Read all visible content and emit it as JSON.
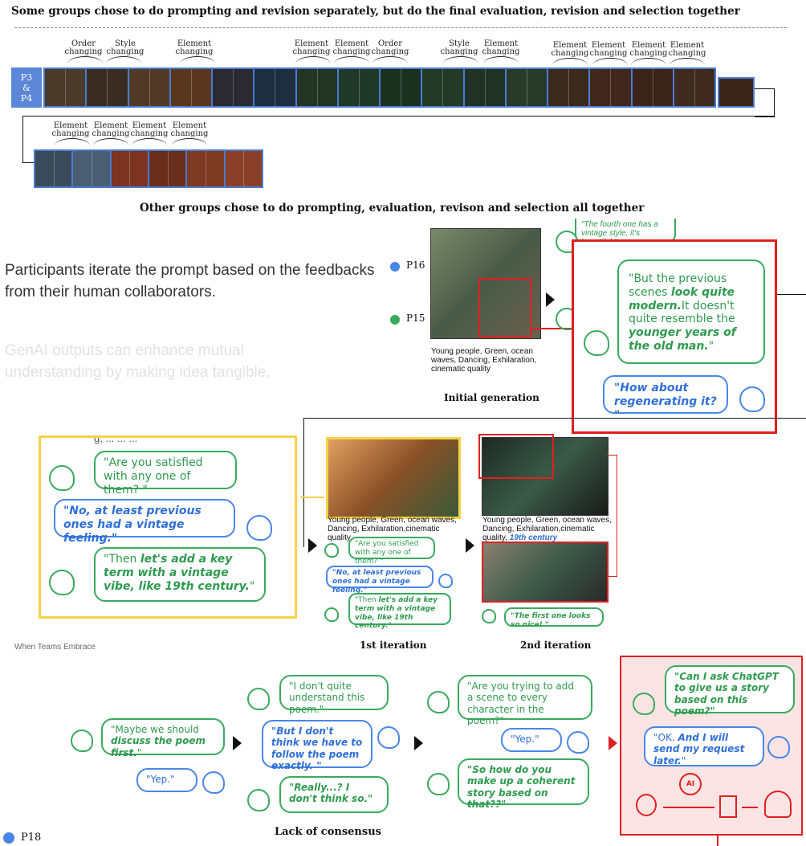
{
  "top": {
    "title": "Some groups chose to do prompting and revision separately, but do the final evaluation, revision and selection together",
    "participants": "P3 & P4",
    "labels_row1": [
      "Order changing",
      "Style changing",
      "Element changing",
      "Element changing",
      "Element changing",
      "Order changing",
      "Style changing",
      "Element changing",
      "Element changing",
      "Element changing",
      "Element changing",
      "Element changing"
    ],
    "labels_row2": [
      "Element changing",
      "Element changing",
      "Element changing",
      "Element changing"
    ]
  },
  "middle": {
    "title": "Other groups chose to do prompting, evaluation, revison and selection all together",
    "point1": "Participants iterate the prompt based on the feedbacks from their human collaborators.",
    "point2": "GenAI outputs can enhance mutual understanding by making idea tangible.",
    "p16": "P16",
    "p15": "P15",
    "initial_prompt": "Young people, Green, ocean waves, Dancing, Exhilaration, cinematic quality",
    "initial_caption": "Initial generation",
    "peek_quote": "\"The fourth one has a vintage style, it's beautiful.\"",
    "zoom_quote_prefix": "\"But the previous scenes ",
    "zoom_quote_em1": "look quite modern.",
    "zoom_quote_mid": "It doesn't quite resemble the ",
    "zoom_quote_em2": "younger years of the old man.",
    "zoom_quote_suffix": "\"",
    "zoom_reply": "\"How about regenerating it? \""
  },
  "iteration": {
    "cut_text": "g, ... ... ...",
    "q1": "\"Are you satisfied with any one of them? \"",
    "q2": "\"No, at least previous ones had a vintage feeling.\"",
    "q3_prefix": "\"Then ",
    "q3_em": "let's add a key term with a vintage vibe, like 19th century.",
    "q3_suffix": "\"",
    "it1_prompt": "Young people, Green, ocean waves, Dancing, Exhilaration,cinematic quality",
    "it1_caption": "1st iteration",
    "it2_prompt": "Young people, Green, ocean waves, Dancing, Exhilaration,cinematic quality,",
    "it2_prompt_em": "19th century",
    "it2_caption": "2nd iteration",
    "it2_quote": "\"The first one looks so nice! \"",
    "footer": "When Teams Embrace"
  },
  "bottom": {
    "b1_prefix": "\"Maybe we should ",
    "b1_em": "discuss the poem first.",
    "b1_suffix": "\"",
    "b2": "\"Yep.\"",
    "b3": "\"I don't quite understand this poem.\"",
    "b4": "\"But I don't think we have to follow the poem exactly. \"",
    "b5": "\"Really...? I don't think so.\"",
    "b6": "\"Are you trying to add a scene to every character in the poem?\"",
    "b7": "\"Yep.\"",
    "b8": "\"So how do you make up a coherent story based on that??\"",
    "b9": "\"Can I ask ChatGPT to give us a story based on this poem?\"",
    "b10_prefix": "\"OK. ",
    "b10_em": "And I will send my request later.",
    "b10_suffix": "\"",
    "ai_label": "AI",
    "caption": "Lack of consensus",
    "p18": "P18"
  },
  "colors": {
    "green": "#3aaa5e",
    "blue": "#4a86e8",
    "red": "#e02020",
    "yellow": "#f5d24b",
    "pink": "#fde4e4"
  }
}
